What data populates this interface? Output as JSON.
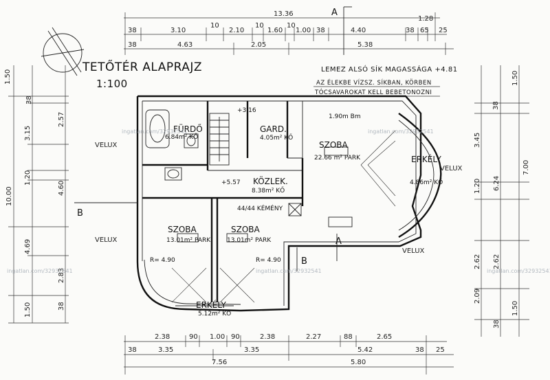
{
  "title": "TETŐTÉR ALAPRAJZ",
  "scale": "1:100",
  "notes": [
    "LEMEZ ALSÓ SÍK MAGASSÁGA +4.81",
    "AZ ÉLEKBE VÍZSZ. SÍKBAN, KÖRBEN",
    "TÓCSAVAROKAT KELL BEBETONOZNI"
  ],
  "section_marks": [
    "A",
    "A",
    "B",
    "B"
  ],
  "rooms": [
    {
      "name": "FÜRDŐ",
      "area": "6.84m² KŐ"
    },
    {
      "name": "GARD.",
      "area": "4.05m² KŐ"
    },
    {
      "name": "SZOBA",
      "area": "22.66 m² PARK"
    },
    {
      "name": "ERKÉLY",
      "area": "4.86m² KŐ"
    },
    {
      "name": "KÖZLEK.",
      "area": "8.38m² KŐ"
    },
    {
      "name": "SZOBA",
      "area": "13.01m² PARK"
    },
    {
      "name": "SZOBA",
      "area": "13.01m² PARK"
    },
    {
      "name": "ERKÉLY",
      "area": "5.12m² KŐ"
    }
  ],
  "labels": {
    "velux": "VELUX",
    "komen": "44/44 KÉMÉNY",
    "elev1": "+3.16",
    "elev2": "+5.57",
    "room_h": "1.90m Bm",
    "rc_left": "R= 4.90",
    "rc_right": "R= 4.90"
  },
  "dims_top": [
    "13.36",
    "38",
    "3.10",
    "10",
    "2.10",
    "10",
    "1.60",
    "10",
    "1.00",
    "38",
    "4.40",
    "1.28",
    "38",
    "65",
    "25",
    "4.63",
    "2.05",
    "5.38",
    "38"
  ],
  "dims_bottom": [
    "2.38",
    "90",
    "1.00",
    "90",
    "2.38",
    "2.27",
    "88",
    "2.65",
    "3.35",
    "3.35",
    "5.42",
    "38",
    "38",
    "25",
    "7.56",
    "5.80"
  ],
  "dims_left": [
    "1.50",
    "38",
    "2.57",
    "3.15",
    "10.00",
    "4.60",
    "1.20",
    "4.69",
    "2.83",
    "1.50",
    "38"
  ],
  "dims_right": [
    "1.50",
    "38",
    "3.45",
    "7.00",
    "6.24",
    "1.20",
    "2.62",
    "2.62",
    "2.09",
    "1.50",
    "38"
  ],
  "watermark": "ingatlan.com/32932541"
}
